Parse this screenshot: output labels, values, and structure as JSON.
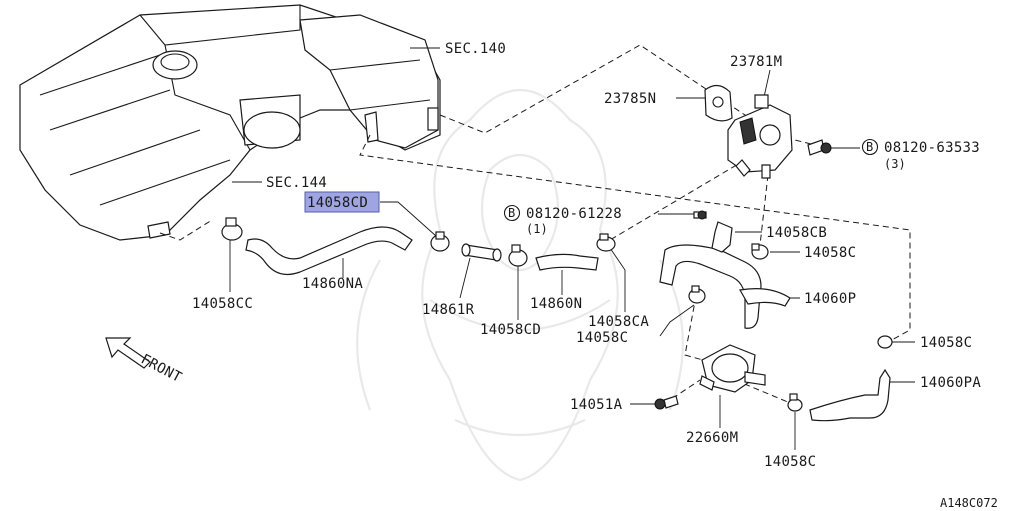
{
  "diagram": {
    "highlighted_part": "14058CD",
    "highlight_color": "#8f95de",
    "labels": {
      "sec140": "SEC.140",
      "sec144": "SEC.144",
      "p23781M": "23781M",
      "p23785N": "23785N",
      "bolt_a_circle": "B",
      "bolt_a": "08120-63533",
      "bolt_a_qty": "(3)",
      "bolt_b_circle": "B",
      "bolt_b": "08120-61228",
      "bolt_b_qty": "(1)",
      "p14058CD_top": "14058CD",
      "p14058CB": "14058CB",
      "p14058C_a": "14058C",
      "p14060P": "14060P",
      "p14058C_b": "14058C",
      "p14060PA": "14060PA",
      "p14058C_c": "14058C",
      "p22660M": "22660M",
      "p14051A": "14051A",
      "p14058CC": "14058CC",
      "p14860NA": "14860NA",
      "p14861R": "14861R",
      "p14058CD_bottom": "14058CD",
      "p14860N": "14860N",
      "p14058CA": "14058CA",
      "p14058C_d": "14058C",
      "front": "FRONT",
      "diagram_code": "A148C072"
    }
  }
}
